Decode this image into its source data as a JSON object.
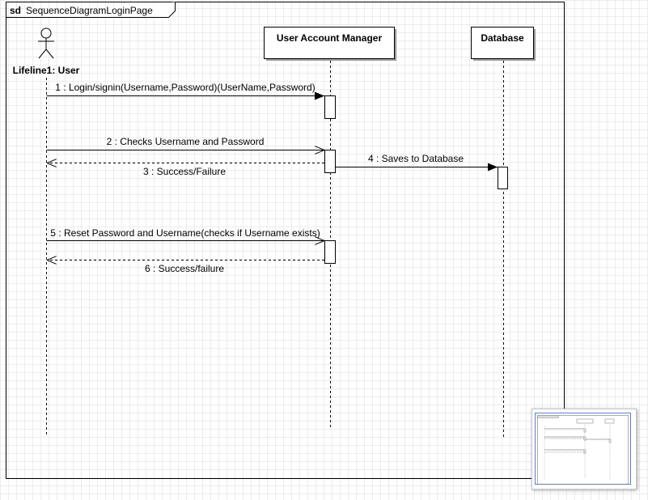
{
  "frame": {
    "keyword": "sd",
    "name": "SequenceDiagramLoginPage"
  },
  "lifelines": [
    {
      "id": "user",
      "label": "Lifeline1: User",
      "kind": "actor"
    },
    {
      "id": "uam",
      "label": "User Account Manager",
      "kind": "object"
    },
    {
      "id": "db",
      "label": "Database",
      "kind": "object"
    }
  ],
  "messages": [
    {
      "id": "m1",
      "label": "1 : Login/signin(Username,Password)(UserName,Password)",
      "from": "user",
      "to": "uam",
      "style": "sync"
    },
    {
      "id": "m2",
      "label": "2 : Checks Username and Password",
      "from": "user",
      "to": "uam",
      "style": "async"
    },
    {
      "id": "m3",
      "label": "3 : Success/Failure",
      "from": "uam",
      "to": "user",
      "style": "reply"
    },
    {
      "id": "m4",
      "label": "4 : Saves to Database",
      "from": "uam",
      "to": "db",
      "style": "sync"
    },
    {
      "id": "m5",
      "label": "5 : Reset Password and Username(checks if Username exists)",
      "from": "user",
      "to": "uam",
      "style": "async"
    },
    {
      "id": "m6",
      "label": "6 : Success/failure",
      "from": "uam",
      "to": "user",
      "style": "reply"
    }
  ],
  "colors": {
    "grid": "#ececec",
    "line": "#000000",
    "minimap_border": "#5b7fd6"
  }
}
